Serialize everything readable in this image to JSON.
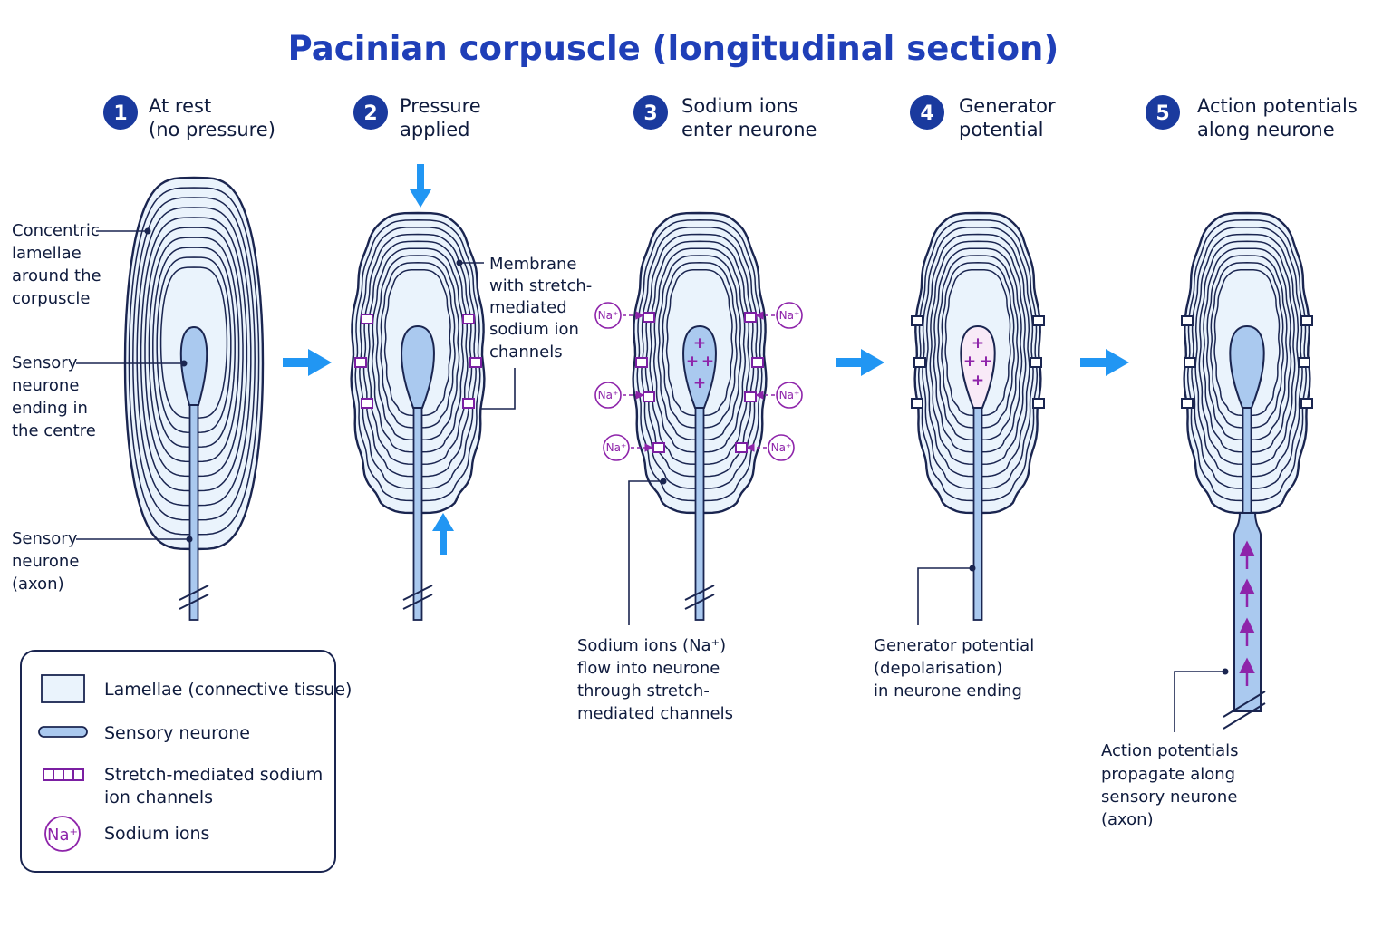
{
  "title": "Pacinian corpuscle (longitudinal section)",
  "steps": [
    {
      "num": "1",
      "line1": "At rest",
      "line2": "(no pressure)"
    },
    {
      "num": "2",
      "line1": "Pressure",
      "line2": "applied"
    },
    {
      "num": "3",
      "line1": "Sodium ions",
      "line2": "enter neurone"
    },
    {
      "num": "4",
      "line1": "Generator",
      "line2": "potential"
    },
    {
      "num": "5",
      "line1": "Action potentials",
      "line2": "along neurone"
    }
  ],
  "annotations": {
    "lamellae": [
      "Concentric",
      "lamellae",
      "around the",
      "corpuscle"
    ],
    "ending": [
      "Sensory",
      "neurone",
      "ending in",
      "the centre"
    ],
    "axon": [
      "Sensory",
      "neurone",
      "(axon)"
    ],
    "membrane": [
      "Membrane",
      "with stretch-",
      "mediated",
      "sodium ion",
      "channels"
    ],
    "sodium_flow": [
      "Sodium ions (Na⁺)",
      "flow into neurone",
      "through stretch-",
      "mediated channels"
    ],
    "generator": [
      "Generator potential",
      "(depolarisation)",
      "in neurone ending"
    ],
    "action": [
      "Action potentials",
      "propagate along",
      "sensory neurone",
      "(axon)"
    ]
  },
  "na_label": "Na⁺",
  "plus_sign": "+",
  "legend": {
    "lamellae": "Lamellae (connective tissue)",
    "neurone": "Sensory neurone",
    "channels_line1": "Stretch-mediated sodium",
    "channels_line2": "ion channels",
    "ions": "Sodium ions"
  },
  "colors": {
    "title": "#1f3fb8",
    "navy": "#1a2550",
    "step_circle": "#1a3a9e",
    "flow_arrow": "#2196f3",
    "lamella_fill": "#eaf3fc",
    "neurone_fill": "#aac9ef",
    "channel": "#7b1fa2",
    "ion": "#8e24aa",
    "depolarised": "#f8eaf7"
  }
}
